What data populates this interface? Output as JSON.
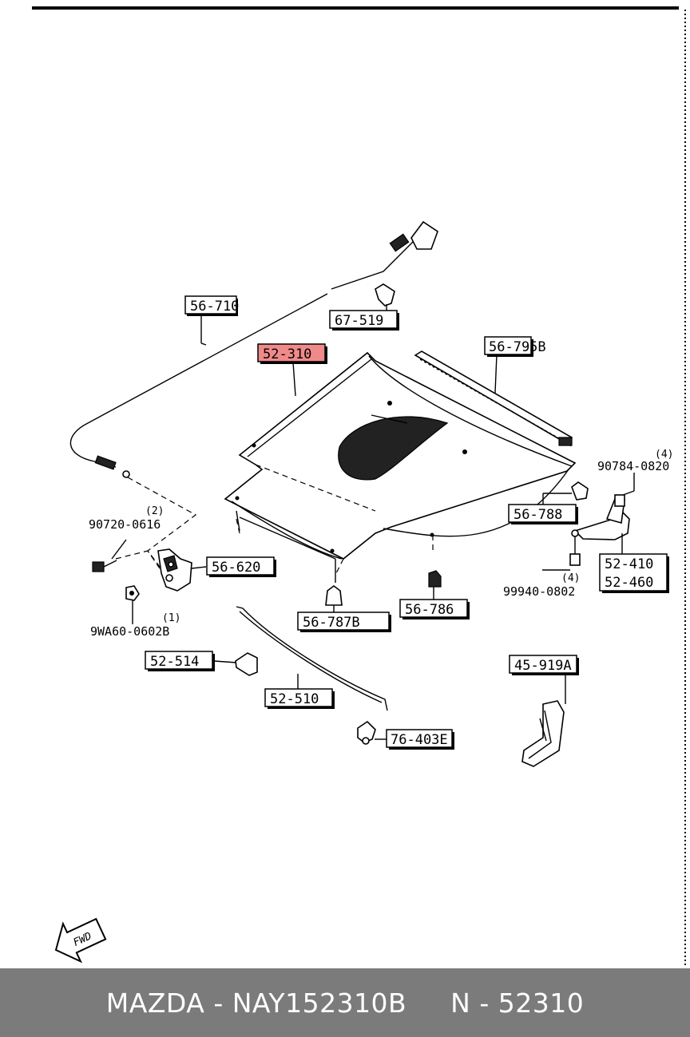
{
  "callouts": {
    "hood": "52-310",
    "release_cable": "56-710",
    "cable_clip": "67-519",
    "seal_rubber": "56-795B",
    "hood_bumper_right": "56-788",
    "hinge_left": "52-410",
    "hinge_right": "52-460",
    "lock": "56-620",
    "hood_bumper_front": "56-787B",
    "hood_bumper_rear": "56-786",
    "support_rod_holder": "52-514",
    "support_rod": "52-510",
    "rod_clip": "76-403E",
    "bracket": "45-919A"
  },
  "hardware": {
    "bolt_hinge": "90784-0820",
    "bolt_hinge_qty": "(4)",
    "nut_hinge": "99940-0802",
    "nut_hinge_qty": "(4)",
    "bolt_lock": "90720-0616",
    "bolt_lock_qty": "(2)",
    "nut_lock": "9WA60-0602B",
    "nut_lock_qty": "(1)"
  },
  "fwd_label": "FWD",
  "icons": {
    "direction": "fwd-arrow-icon"
  },
  "highlight_color": "#f08a8a",
  "footer": {
    "text": "MAZDA - NAY152310B     N - 52310",
    "background": "#7b7b7b"
  }
}
